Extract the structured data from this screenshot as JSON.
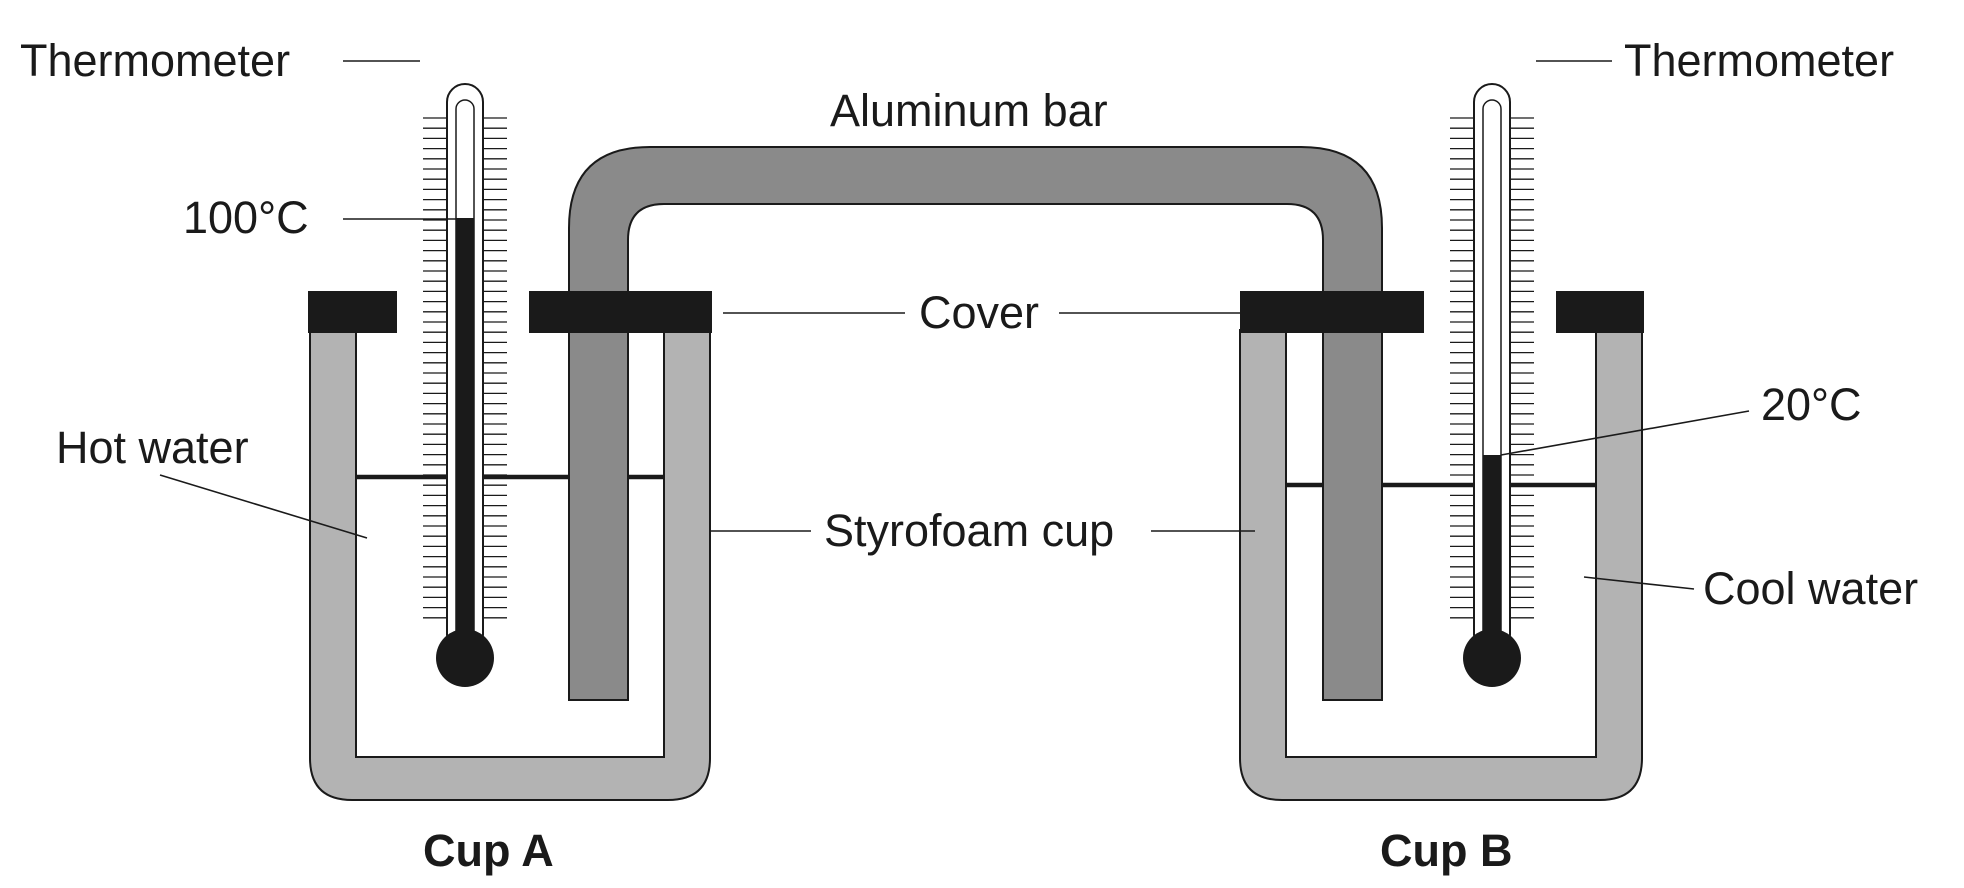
{
  "labels": {
    "thermometer_left": "Thermometer",
    "thermometer_right": "Thermometer",
    "aluminum_bar": "Aluminum bar",
    "temp_hot": "100°C",
    "temp_cool": "20°C",
    "cover": "Cover",
    "hot_water": "Hot water",
    "styrofoam_cup": "Styrofoam cup",
    "cool_water": "Cool water",
    "cup_a": "Cup A",
    "cup_b": "Cup B"
  },
  "thermometers": {
    "left_reading_c": 100,
    "right_reading_c": 20
  },
  "colors": {
    "styrofoam": "#b3b3b3",
    "aluminum": "#8a8a8a",
    "cover": "#1a1a1a",
    "ink": "#1a1a1a"
  }
}
